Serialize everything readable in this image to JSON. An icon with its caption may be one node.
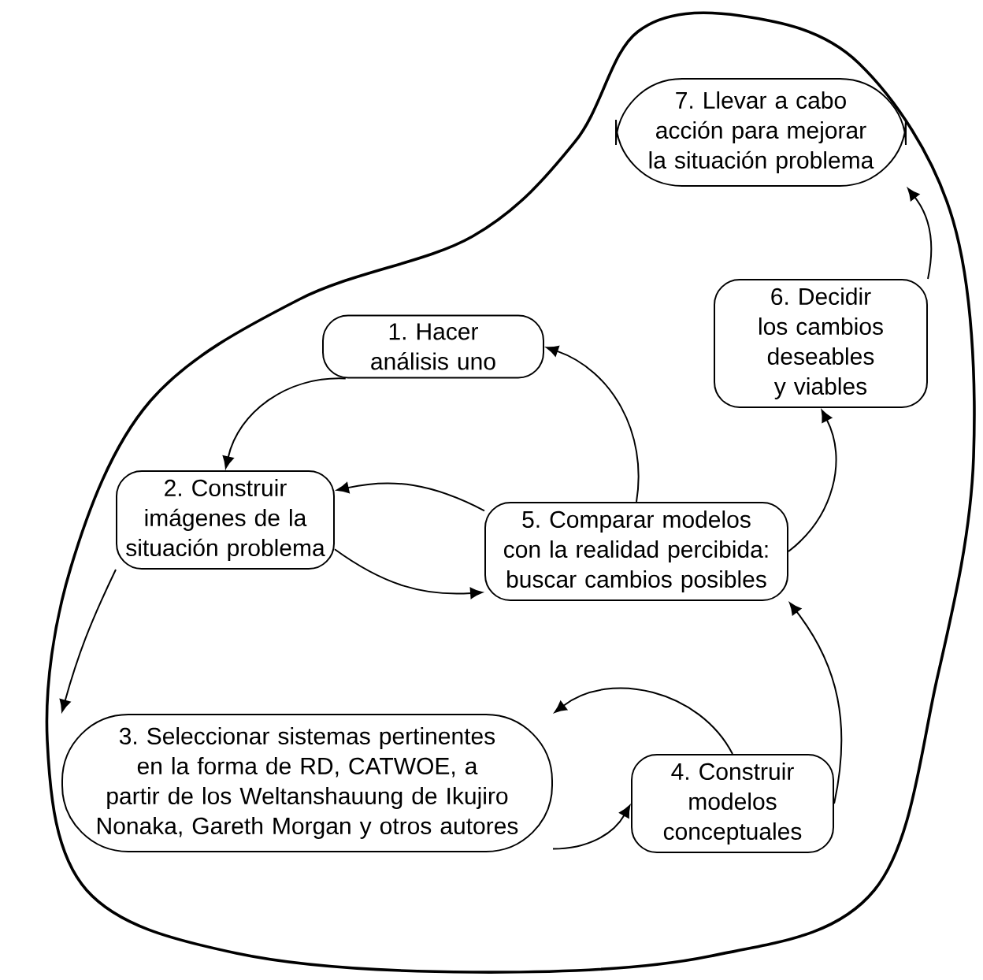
{
  "diagram": {
    "nodes": [
      {
        "text": [],
        "shape": "cloud"
      },
      {
        "text": [
          "1. Hacer análisis uno"
        ],
        "in": 0
      },
      {
        "text": [
          "2. Construir imágenes de la situación problema"
        ],
        "in": 0
      },
      {
        "text": [
          "3. Seleccionar sistemas pertinentes en la forma de RD, CATWOE, a partir de los Weltanshauung de Ikujiro Nonaka, Gareth Morgan y otros autores"
        ],
        "in": 0
      },
      {
        "text": [
          "4. Construir modelos conceptuales"
        ],
        "in": 0
      },
      {
        "text": [
          "5. Comparar modelos con la realidad percibida: buscar cambios posibles"
        ],
        "in": 0
      },
      {
        "text": [
          "6. Decidir los cambios deseables y viables"
        ],
        "in": 0
      },
      {
        "text": [
          "7. Llevar a cabo acción para mejorar la situación problema"
        ],
        "in": 0
      }
    ],
    "edges": [
      {
        "from": 1,
        "to": 2,
        "arrow": "to"
      },
      {
        "from": 5,
        "to": 1,
        "arrow": "to"
      },
      {
        "from": 5,
        "to": 2,
        "arrow": "to"
      },
      {
        "from": 2,
        "to": 5,
        "arrow": "to"
      },
      {
        "from": 2,
        "to": 3,
        "arrow": "to"
      },
      {
        "from": 4,
        "to": 3,
        "arrow": "to"
      },
      {
        "from": 3,
        "to": 4,
        "arrow": "to"
      },
      {
        "from": 4,
        "to": 5,
        "arrow": "to"
      },
      {
        "from": 5,
        "to": 6,
        "arrow": "to"
      },
      {
        "from": 6,
        "to": 7,
        "arrow": "to"
      }
    ]
  }
}
